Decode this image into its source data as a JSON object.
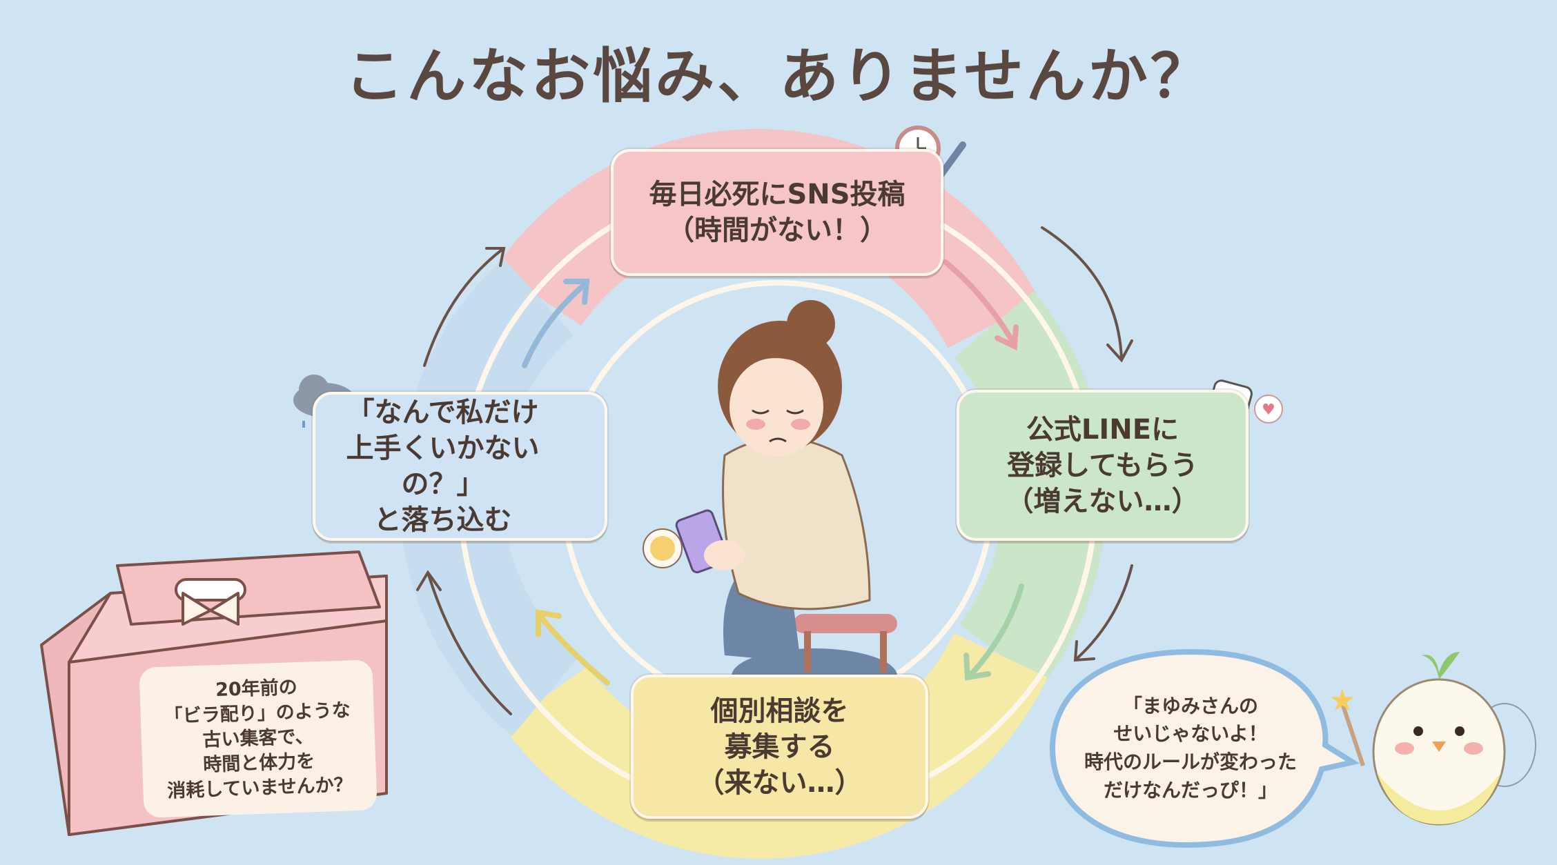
{
  "title": "こんなお悩み、ありませんか？",
  "cycle": {
    "top": [
      "毎日必死にSNS投稿",
      "（時間がない！）"
    ],
    "right": [
      "公式LINEに",
      "登録してもらう",
      "（増えない…）"
    ],
    "bottom": [
      "個別相談を",
      "募集する",
      "（来ない…）"
    ],
    "left": [
      "「なんで私だけ",
      "上手くいかないの？」",
      "と落ち込む"
    ]
  },
  "gift_box": [
    "20年前の",
    "「ビラ配り」のような",
    "古い集客で、",
    "時間と体力を",
    "消耗していませんか？"
  ],
  "speech_bubble": [
    "「まゆみさんの",
    "せいじゃないよ！",
    "時代のルールが変わった",
    "だけなんだっぴ！」"
  ],
  "colors": {
    "background": "#cfe4f3",
    "pink": "#f5c5c8",
    "green": "#cbe6c9",
    "yellow": "#f6e7a6",
    "blue": "#cfe3f4"
  }
}
